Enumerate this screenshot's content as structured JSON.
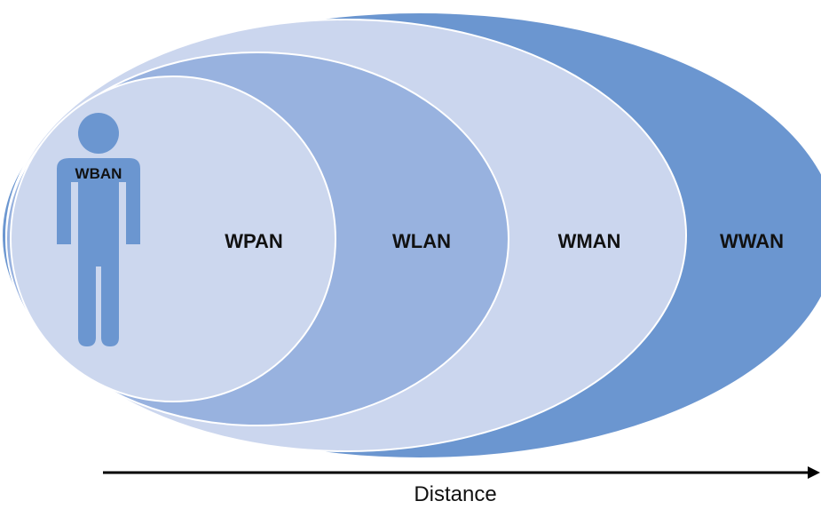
{
  "diagram": {
    "layers": [
      {
        "label": "WWAN",
        "color": "#6b96d0"
      },
      {
        "label": "WMAN",
        "color": "#cbd6ee"
      },
      {
        "label": "WLAN",
        "color": "#98b2df"
      },
      {
        "label": "WPAN",
        "color": "#ccd7ee"
      }
    ],
    "person": {
      "label": "WBAN",
      "icon": "person-icon",
      "color": "#6b96d0"
    },
    "axis": {
      "label": "Distance",
      "color": "#000000"
    }
  }
}
